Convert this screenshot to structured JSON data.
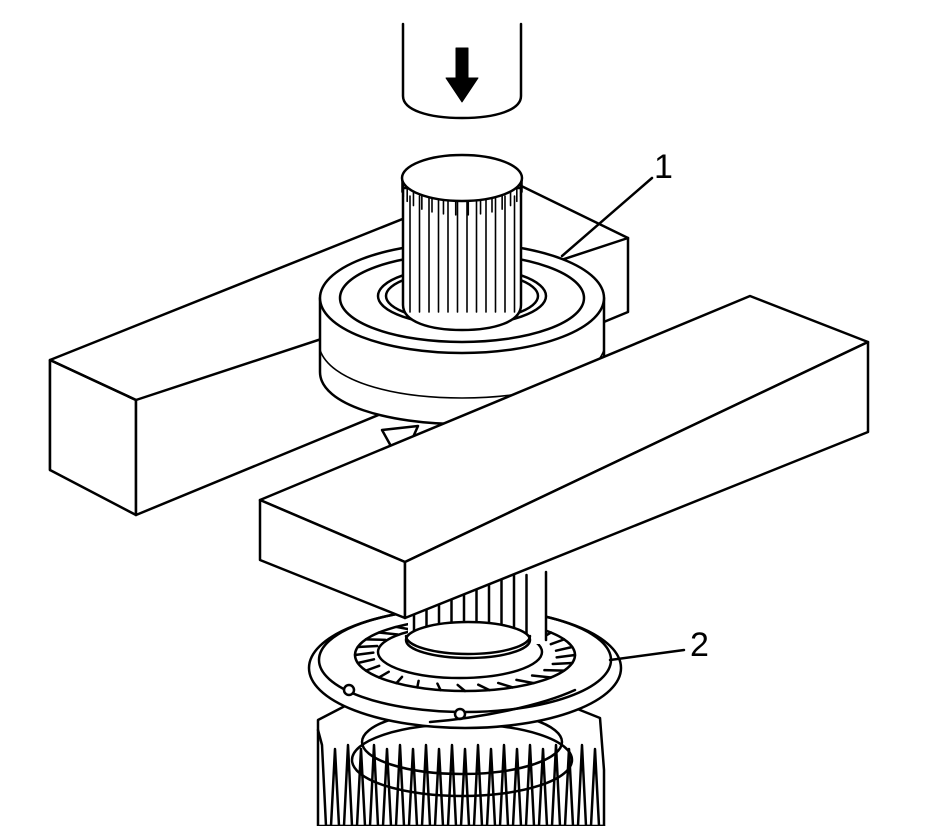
{
  "figure": {
    "background_color": "#ffffff",
    "line_color": "#000000",
    "callouts": [
      {
        "number": "1",
        "part": "bearing"
      },
      {
        "number": "2",
        "part": "gear-thrust-washer"
      }
    ],
    "direction_arrow": "down-arrow-icon"
  }
}
